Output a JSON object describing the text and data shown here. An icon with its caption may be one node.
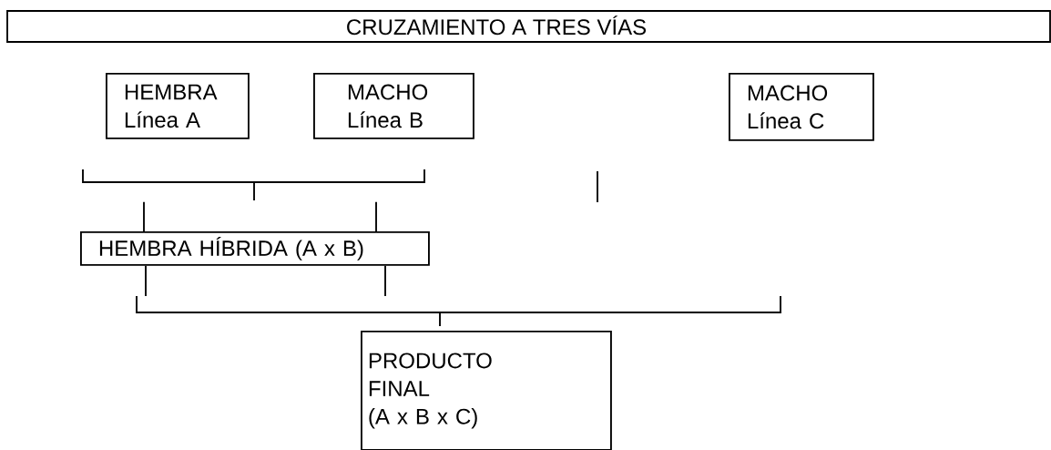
{
  "diagram": {
    "title": "CRUZAMIENTO A TRES VÍAS",
    "nodes": [
      {
        "text": [
          "HEMBRA Línea A"
        ]
      },
      {
        "text": [
          "MACHO Línea B"
        ]
      },
      {
        "text": [
          "MACHO Línea C"
        ]
      },
      {
        "text": [
          "HEMBRA HÍBRIDA (A x B)"
        ]
      },
      {
        "text": [
          "PRODUCTO FINAL",
          "(A x B x C)"
        ]
      },
      {
        "text": [],
        "shape": "bracket"
      },
      {
        "text": [],
        "shape": "bracket"
      }
    ],
    "edges": [
      {
        "from": 5,
        "to": 3,
        "arrow": "none"
      },
      {
        "from": 5,
        "to": 3,
        "arrow": "none"
      },
      {
        "from": 3,
        "to": 6,
        "arrow": "none"
      },
      {
        "from": 3,
        "to": 6,
        "arrow": "none"
      }
    ]
  }
}
